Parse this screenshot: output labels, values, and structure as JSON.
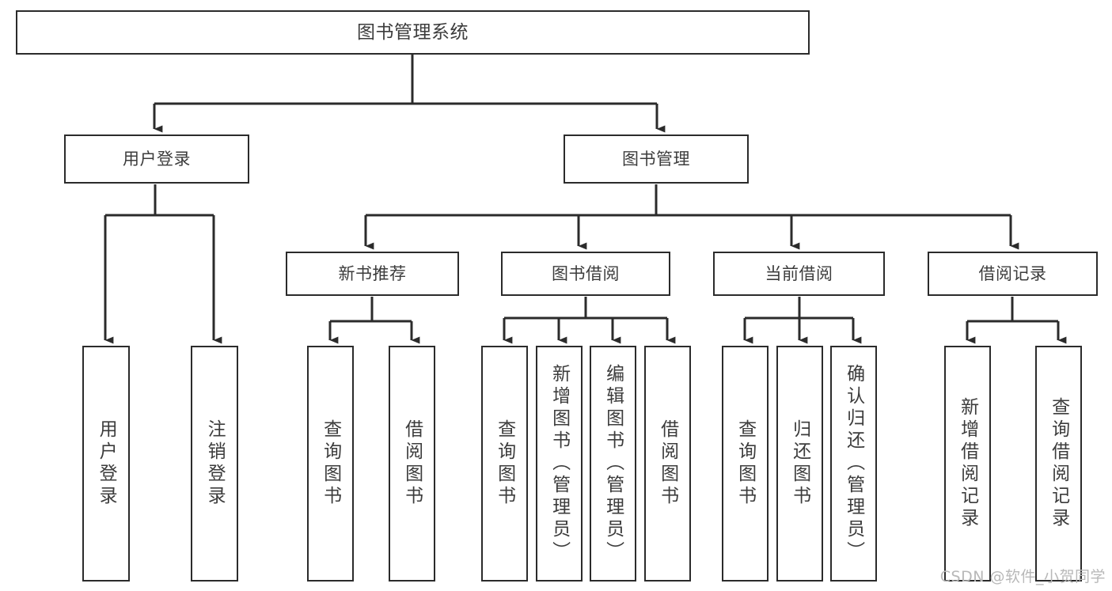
{
  "diagram": {
    "title": "图书管理系统",
    "type": "hierarchy-tree",
    "root": {
      "id": "root",
      "label": "图书管理系统"
    },
    "level1": [
      {
        "id": "user-login",
        "label": "用户登录"
      },
      {
        "id": "book-manage",
        "label": "图书管理"
      }
    ],
    "level2": [
      {
        "id": "new-book-rec",
        "label": "新书推荐",
        "parent": "book-manage"
      },
      {
        "id": "book-borrow",
        "label": "图书借阅",
        "parent": "book-manage"
      },
      {
        "id": "current-borrow",
        "label": "当前借阅",
        "parent": "book-manage"
      },
      {
        "id": "borrow-record",
        "label": "借阅记录",
        "parent": "book-manage"
      }
    ],
    "leaves": [
      {
        "id": "leaf-user-login",
        "label": "用户登录",
        "parent": "user-login"
      },
      {
        "id": "leaf-user-logout",
        "label": "注销登录",
        "parent": "user-login"
      },
      {
        "id": "leaf-query-book-1",
        "label": "查询图书",
        "parent": "new-book-rec"
      },
      {
        "id": "leaf-borrow-book-1",
        "label": "借阅图书",
        "parent": "new-book-rec"
      },
      {
        "id": "leaf-query-book-2",
        "label": "查询图书",
        "parent": "book-borrow"
      },
      {
        "id": "leaf-add-book",
        "label": "新增图书（管理员）",
        "parent": "book-borrow"
      },
      {
        "id": "leaf-edit-book",
        "label": "编辑图书（管理员）",
        "parent": "book-borrow"
      },
      {
        "id": "leaf-borrow-book-2",
        "label": "借阅图书",
        "parent": "book-borrow"
      },
      {
        "id": "leaf-query-book-3",
        "label": "查询图书",
        "parent": "current-borrow"
      },
      {
        "id": "leaf-return-book",
        "label": "归还图书",
        "parent": "current-borrow"
      },
      {
        "id": "leaf-confirm-return",
        "label": "确认归还（管理员）",
        "parent": "current-borrow"
      },
      {
        "id": "leaf-add-record",
        "label": "新增借阅记录",
        "parent": "borrow-record"
      },
      {
        "id": "leaf-query-record",
        "label": "查询借阅记录",
        "parent": "borrow-record"
      }
    ],
    "colors": {
      "box_border": "#2b2b2b",
      "box_fill": "#ffffff",
      "text": "#3c3c3c",
      "connector": "#2b2b2b",
      "watermark": "#b8b8b8",
      "background": "#ffffff"
    }
  },
  "watermark": {
    "text": "CSDN @软件_小贺同学"
  }
}
